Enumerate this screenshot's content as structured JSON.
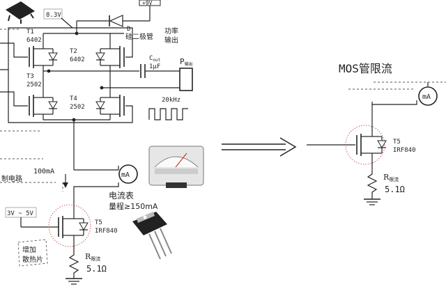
{
  "left": {
    "t1": {
      "name": "T1",
      "part": "6402"
    },
    "t2": {
      "name": "T2",
      "part": "6402"
    },
    "t3": {
      "name": "T3",
      "part": "2502"
    },
    "t4": {
      "name": "T4",
      "part": "2502"
    },
    "voltage_tag": "8.3V",
    "supply": "+9V",
    "diode": {
      "ref": "D",
      "desc": "硅二极管"
    },
    "power_out": {
      "line1": "功率",
      "line2": "输出"
    },
    "cap": {
      "ref": "C",
      "sub": "out",
      "value": "1μF"
    },
    "piezo": {
      "ref": "P",
      "sub": "输出"
    },
    "freq": "20kHz",
    "current": "100mA",
    "control": "制电路",
    "range": "3V ~ 5V",
    "meter": {
      "unit": "mA",
      "line1": "电流表",
      "line2": "量程≥150mA"
    },
    "heatsink": {
      "line1": "增加",
      "line2": "散热片"
    },
    "t5": {
      "name": "T5",
      "part": "IRF840"
    },
    "resistor": {
      "ref": "R",
      "sub": "限流",
      "value": "5.1Ω"
    }
  },
  "right": {
    "title": "MOS管限流",
    "meter_unit": "mA",
    "t5": {
      "name": "T5",
      "part": "IRF840"
    },
    "resistor": {
      "ref": "R",
      "sub": "限流",
      "value": "5.1Ω"
    }
  }
}
